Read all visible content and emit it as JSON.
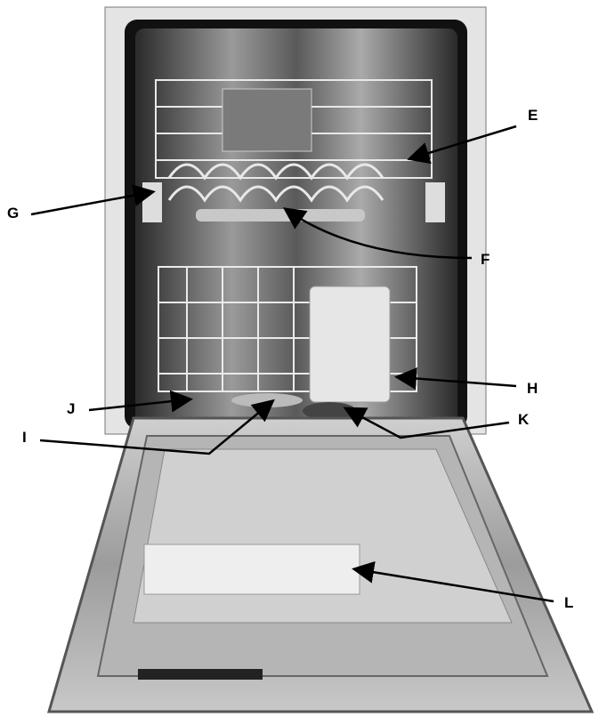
{
  "labels": {
    "E": "E",
    "F": "F",
    "G": "G",
    "H": "H",
    "I": "I",
    "J": "J",
    "K": "K",
    "L": "L"
  },
  "colors": {
    "ink": "#000000",
    "steel_dark": "#3a3a3a",
    "steel_mid": "#8a8a8a",
    "steel_light": "#d6d6d6"
  }
}
